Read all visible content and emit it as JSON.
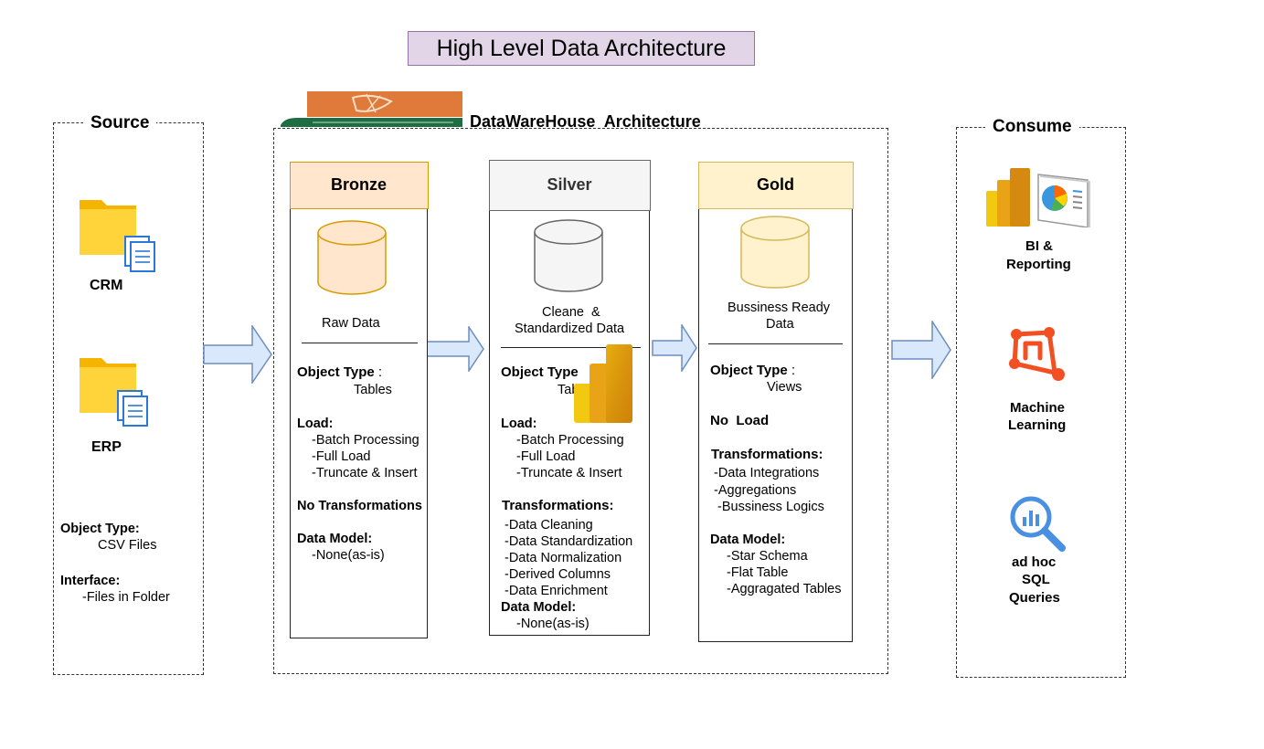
{
  "title": "High Level Data Architecture",
  "source": {
    "title": "Source",
    "crm_label": "CRM",
    "erp_label": "ERP",
    "object_type_label": "Object Type:",
    "object_type_value": "CSV Files",
    "interface_label": "Interface:",
    "interface_value": "-Files in Folder"
  },
  "warehouse": {
    "title": "DataWareHouse  Architecture"
  },
  "bronze": {
    "title": "Bronze",
    "db_caption": "Raw Data",
    "object_type_label": "Object Type",
    "object_type_colon": ":",
    "object_type_value": "Tables",
    "load_label": "Load:",
    "load_items": [
      "-Batch Processing",
      "-Full Load",
      "-Truncate & Insert"
    ],
    "transform_label": "No Transformations",
    "model_label": "Data Model:",
    "model_value": "-None(as-is)"
  },
  "silver": {
    "title": "Silver",
    "db_caption_1": "Cleane  &",
    "db_caption_2": "Standardized Data",
    "object_type_label": "Object Type",
    "object_type_value": "Tab",
    "load_label": "Load:",
    "load_items": [
      "-Batch Processing",
      "-Full Load",
      "-Truncate & Insert"
    ],
    "transform_label": "Transformations:",
    "transform_items": [
      "-Data Cleaning",
      "-Data Standardization",
      "-Data Normalization",
      "-Derived Columns",
      "-Data Enrichment"
    ],
    "model_label": "Data Model:",
    "model_value": "-None(as-is)"
  },
  "gold": {
    "title": "Gold",
    "db_caption_1": "Bussiness Ready",
    "db_caption_2": "Data",
    "object_type_label": "Object Type",
    "object_type_colon": ":",
    "object_type_value": "Views",
    "load_label": "No  Load",
    "transform_label": "Transformations:",
    "transform_items": [
      "-Data Integrations",
      "-Aggregations",
      "-Bussiness Logics"
    ],
    "model_label": "Data Model:",
    "model_items": [
      "-Star Schema",
      "-Flat Table",
      "-Aggragated Tables"
    ]
  },
  "consume": {
    "title": "Consume",
    "bi_1": "BI &",
    "bi_2": "Reporting",
    "ml_1": "Machine",
    "ml_2": "Learning",
    "sql_1": "ad hoc",
    "sql_2": "SQL",
    "sql_3": "Queries"
  },
  "colors": {
    "bronze_fill": "#ffe6cc",
    "bronze_stroke": "#d79b00",
    "silver_fill": "#f5f5f5",
    "silver_stroke": "#666666",
    "gold_fill": "#fff2cc",
    "gold_stroke": "#d6b656",
    "arrow_fill": "#dae8fc",
    "arrow_stroke": "#6c8ebf",
    "title_fill": "#e1d5e7",
    "title_stroke": "#9673a6"
  }
}
